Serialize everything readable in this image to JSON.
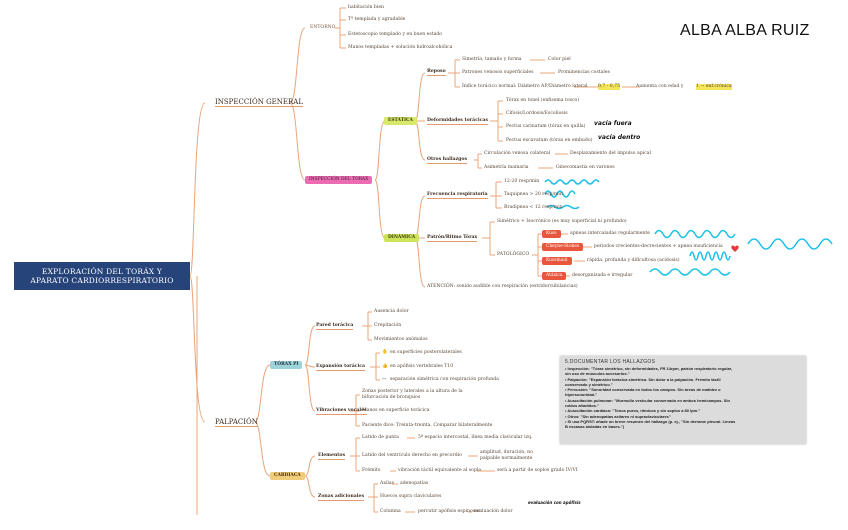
{
  "author": "ALBA ALBA RUIZ",
  "root": {
    "line1": "EXPLORACIÓN DEL TORÁX Y",
    "line2": "APARATO CARDIORRESPIRATORIO"
  },
  "inspeccion": {
    "label": "INSPECCIÓN GENERAL",
    "entorno": {
      "label": "ENTORNO",
      "items": [
        "habitación bien",
        "Tª templada y agradable",
        "Estetoscopio templado y en buen estado",
        "Manos templadas + solución hidroalcohólica"
      ]
    },
    "torax": {
      "label": "INSPECCIÓN DEL TORAX",
      "estatica": {
        "label": "ESTÁTICA",
        "reposo": {
          "label": "Reposo",
          "items": [
            "Simetría, tamaño y forma",
            "Patrones venosos superficiales",
            "Índice torácico normal: Diámetro AP/Diámetro lateral"
          ],
          "color_piel": "Color piel",
          "prominencias": "Prominencias costales",
          "indice_value": "0,7 - 0,75",
          "edad": "Aumenta con edad y",
          "epoc": "1 → enf.crónica"
        },
        "deformidades": {
          "label": "Deformidades torácicas",
          "items": [
            "Tórax en tonel (enfisema tosco)",
            "Cifosis/Lordosis/Escoliosis",
            "Pectus carinatum (tórax en quilla)",
            "Pectus excavatum (tórax en embudo)"
          ],
          "hw_1": "vacía fuera",
          "hw_2": "vacía dentro"
        },
        "otros": {
          "label": "Otros hallazgos",
          "items": [
            "Circulación venosa colateral",
            "Asimetría mamaria"
          ],
          "impulso": "Desplazamiento del impulso apical",
          "gineco": "Ginecomastia en varones"
        }
      },
      "dinamica": {
        "label": "DINÁMICA",
        "frecuencia": {
          "label": "Frecuencia respiratoria",
          "items": [
            "12-20 resp/min",
            "Taquipnea > 20 resp/min",
            "Bradipnea < 12 resp/min"
          ]
        },
        "patron": {
          "label": "Patrón/Ritmo Tórax",
          "normal": "Simétrico + Isocrónico (es muy superficial ni profundo)",
          "patologico": "PATOLÓGICO",
          "types": [
            {
              "name": "Kuss",
              "desc": "apneas intercaladas regularmente"
            },
            {
              "name": "Cheyne-Stokes",
              "desc": "periodos crecientes-decrecientes + apnea insuficiencia"
            },
            {
              "name": "Kussmaul",
              "desc": "rápida, profunda y dificultosa (acidosis)"
            },
            {
              "name": "Atáxica",
              "desc": "desorganizada e irregular"
            }
          ]
        },
        "atencion": "ATENCIÓN: sonido audible con respiración (estridor/sibilancias)"
      }
    }
  },
  "palpacion": {
    "label": "PALPACIÓN",
    "torax_pi": {
      "label": "TÓRAX PI",
      "pared": {
        "label": "Pared torácica",
        "items": [
          "Ausencia dolor",
          "Crepitación",
          "Movimientos anómalos"
        ]
      },
      "expansion": {
        "label": "Expansión torácica",
        "items": [
          "en superficies posterolaterales",
          "en apófisis vertebrales T10",
          "separación simétrica con respiración profunda"
        ]
      },
      "vibraciones": {
        "label": "Vibraciones vocales",
        "items": [
          "Zonas posterior y laterales a la altura de la bifurcación de bronquios",
          "Manos en superficie torácica",
          "Paciente dice: Treinta-treinta, Comparar bilateralmente"
        ]
      }
    },
    "cardiaca": {
      "label": "CARDIACA",
      "elementos": {
        "label": "Elementos",
        "items": [
          "Latido de punta",
          "Latido del ventrículo derecho en precordio",
          "Frémito"
        ],
        "punta": "5º espacio intercostal, línea media clavicular izq.",
        "vd": "amplitud, duración, no palpable normalmente",
        "fremito_a": "vibración táctil equivalente al soplo",
        "fremito_b": "será a partir de soplos grado IV/VI"
      },
      "zonas": {
        "label": "Zonas adicionales",
        "items": [
          "Axilas",
          "Huecos supra claviculares",
          "Columna"
        ],
        "axilas": "adenopatías",
        "columna_a": "percutir apófisis espinosas",
        "columna_b": "evaluación dolor",
        "hw": "evaluación con apófisis"
      }
    }
  },
  "card": {
    "title": "5.DOCUMENTAR LOS HALLAZGOS",
    "lines": [
      "• Inspección: \"Tórax simétrico, sin deformidades, FR 14rpm, patrón respiratorio regular,",
      "  sin uso de músculos accesorios.\"",
      "• Palpación: \"Expansión torácica simétrica. Sin dolor a la palpación. Frémito táctil",
      "  conservado y simétrico.\"",
      "• Percusión: \"Sonoridad conservada en todos los campos. Sin áreas de matidez o",
      "  hipersonoridad.\"",
      "• Auscultación pulmonar: \"Murmullo vesicular conservado en ambos hemicampos. Sin",
      "  ruidos añadidos.\"",
      "• Auscultación cardíaca: \"Tonos puros, rítmicos y sin soplos a 80 lpm.\"",
      "• Otros: \"Sin adenopatías axilares ni supraclaviculares\"",
      "• Si usa PQRST: añade un breve resumen del hallazgo (p. ej., \"Sin derrame pleural. Líneas",
      "  B escasas aisladas en bases.\")"
    ]
  },
  "colors": {
    "root": "#27447a",
    "estatica": "#d8e86a",
    "dinamica": "#cfe35a",
    "torax": "#ec6cb3",
    "cardiaca": "#f0cd7a",
    "torax_pi": "#9fd3dc",
    "pathology": "#e8573d",
    "scribble": "#1bc0e8"
  }
}
